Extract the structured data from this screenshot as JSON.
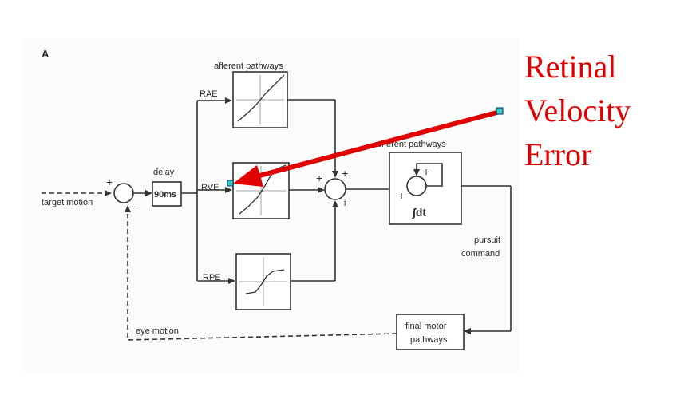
{
  "panel_label": "A",
  "inputs": {
    "target_motion": "target motion",
    "eye_motion": "eye motion"
  },
  "delay": {
    "title": "delay",
    "value": "90ms"
  },
  "branches": {
    "rae": "RAE",
    "rve": "RVE",
    "rpe": "RPE"
  },
  "afferent_label": "afferent pathways",
  "efferent_label": "efferent pathways",
  "integrator_label": "∫dt",
  "signs": {
    "plus": "+",
    "minus": "–"
  },
  "pursuit": {
    "line1": "pursuit",
    "line2": "command"
  },
  "final_motor": {
    "line1": "final motor",
    "line2": "pathways"
  },
  "annotation": {
    "line1": "Retinal",
    "line2": "Velocity",
    "line3": "Error",
    "color": "#e00000"
  }
}
